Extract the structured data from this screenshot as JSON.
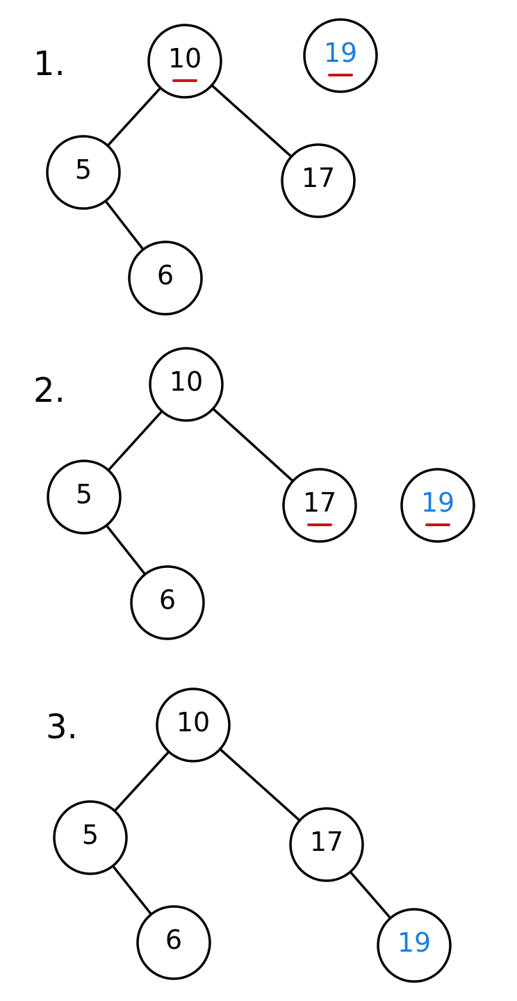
{
  "colors": {
    "ink": "#000000",
    "new_node": "#1a7fe0",
    "highlight": "#c8141e"
  },
  "steps": [
    {
      "label": "1.",
      "nodes": [
        {
          "id": "n10",
          "value": "10",
          "highlight": true
        },
        {
          "id": "n5",
          "value": "5"
        },
        {
          "id": "n17",
          "value": "17"
        },
        {
          "id": "n6",
          "value": "6"
        },
        {
          "id": "n19",
          "value": "19",
          "new": true,
          "highlight": true
        }
      ],
      "edges": [
        [
          "n10",
          "n5"
        ],
        [
          "n10",
          "n17"
        ],
        [
          "n5",
          "n6"
        ]
      ]
    },
    {
      "label": "2.",
      "nodes": [
        {
          "id": "n10",
          "value": "10"
        },
        {
          "id": "n5",
          "value": "5"
        },
        {
          "id": "n17",
          "value": "17",
          "highlight": true
        },
        {
          "id": "n6",
          "value": "6"
        },
        {
          "id": "n19",
          "value": "19",
          "new": true,
          "highlight": true
        }
      ],
      "edges": [
        [
          "n10",
          "n5"
        ],
        [
          "n10",
          "n17"
        ],
        [
          "n5",
          "n6"
        ]
      ]
    },
    {
      "label": "3.",
      "nodes": [
        {
          "id": "n10",
          "value": "10"
        },
        {
          "id": "n5",
          "value": "5"
        },
        {
          "id": "n17",
          "value": "17"
        },
        {
          "id": "n6",
          "value": "6"
        },
        {
          "id": "n19",
          "value": "19",
          "new": true
        }
      ],
      "edges": [
        [
          "n10",
          "n5"
        ],
        [
          "n10",
          "n17"
        ],
        [
          "n5",
          "n6"
        ],
        [
          "n17",
          "n19"
        ]
      ]
    }
  ]
}
